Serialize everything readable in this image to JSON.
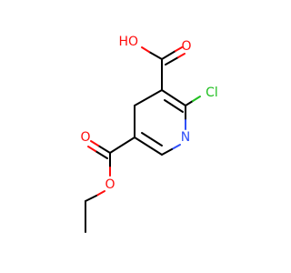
{
  "molecule": {
    "atoms": {
      "hydroxyl": "HO",
      "oxygen_carbonyl_acid": "O",
      "chlorine": "Cl",
      "ring_nitrogen": "N",
      "oxygen_carbonyl_ester": "O",
      "oxygen_ester": "O"
    },
    "colors": {
      "bond": "#000000",
      "oxygen": "#ff0d0d",
      "nitrogen": "#3050f8",
      "chlorine": "#1fbf1f"
    }
  }
}
